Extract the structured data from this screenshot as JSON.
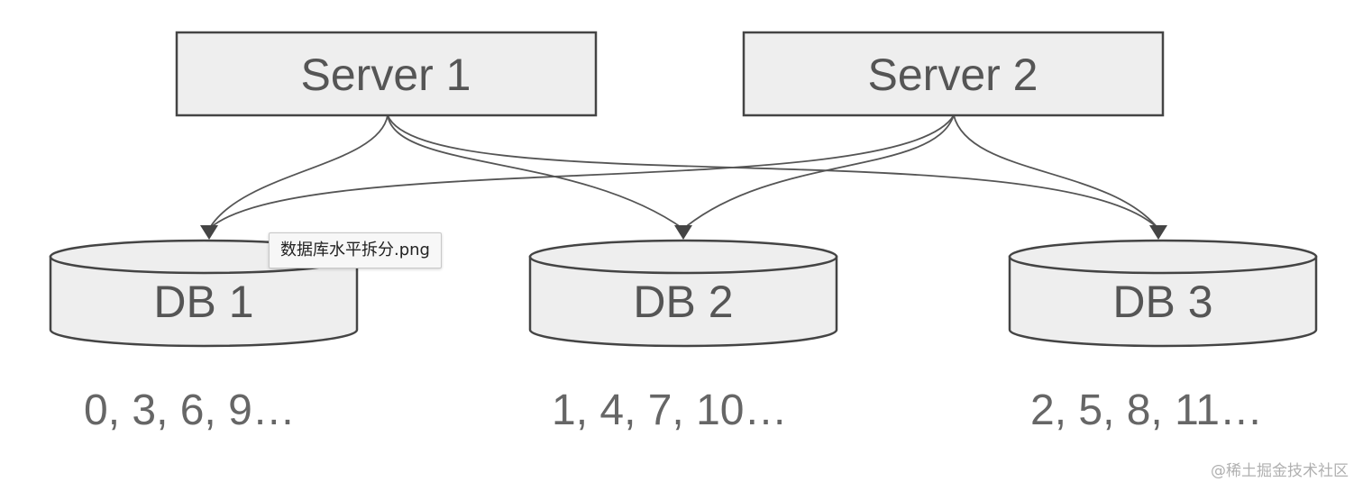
{
  "servers": [
    {
      "label": "Server 1"
    },
    {
      "label": "Server 2"
    }
  ],
  "databases": [
    {
      "label": "DB 1",
      "ids": "0, 3, 6, 9…"
    },
    {
      "label": "DB 2",
      "ids": "1, 4, 7, 10…"
    },
    {
      "label": "DB 3",
      "ids": "2, 5, 8, 11…"
    }
  ],
  "connections": [
    {
      "from": "Server 1",
      "to": "DB 1"
    },
    {
      "from": "Server 1",
      "to": "DB 2"
    },
    {
      "from": "Server 1",
      "to": "DB 3"
    },
    {
      "from": "Server 2",
      "to": "DB 1"
    },
    {
      "from": "Server 2",
      "to": "DB 2"
    },
    {
      "from": "Server 2",
      "to": "DB 3"
    }
  ],
  "tooltip": {
    "text": "数据库水平拆分.png"
  },
  "watermark": {
    "text": "@稀土掘金技术社区"
  }
}
